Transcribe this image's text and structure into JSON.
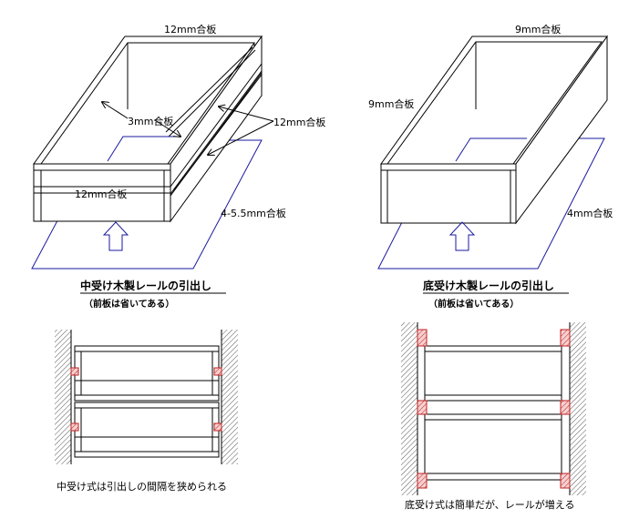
{
  "left": {
    "label_top": "12mm合板",
    "label_inner": "3mm合板",
    "label_rail": "12mm合板",
    "label_front": "12mm合板",
    "label_base": "4-5.5mm合板",
    "title": "中受け木製レールの引出し",
    "subtitle": "（前板は省いてある）",
    "caption": "中受け式は引出しの間隔を狭められる"
  },
  "right": {
    "label_top": "9mm合板",
    "label_side": "9mm合板",
    "label_base": "4mm合板",
    "title": "底受け木製レールの引出し",
    "subtitle": "（前板は省いてある）",
    "caption": "底受け式は簡単だが、レールが増える"
  },
  "colors": {
    "line": "#000000",
    "plate": "#1a1aa0",
    "rail_fill": "#f2c0c0",
    "rail_edge": "#c02020"
  }
}
